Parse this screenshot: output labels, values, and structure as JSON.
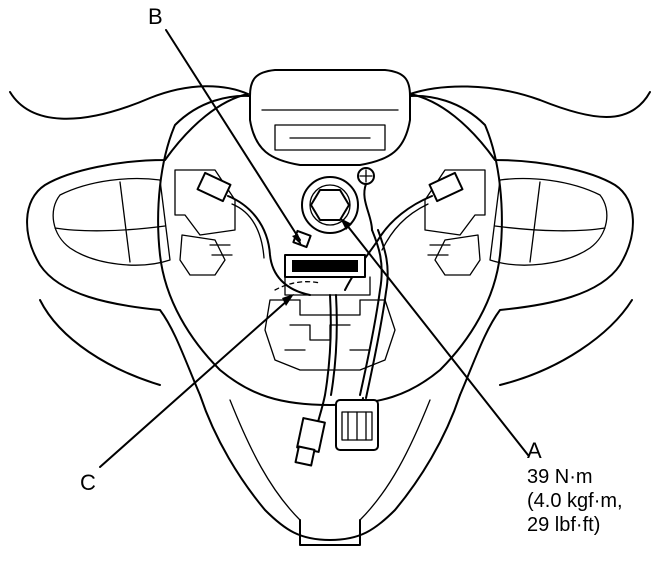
{
  "callouts": {
    "a": {
      "letter": "A"
    },
    "b": {
      "letter": "B"
    },
    "c": {
      "letter": "C"
    }
  },
  "torque_spec": {
    "line1": "39 N·m",
    "line2": "(4.0 kgf·m,",
    "line3": "29 lbf·ft)"
  },
  "colors": {
    "ink": "#000000",
    "paper": "#ffffff"
  }
}
